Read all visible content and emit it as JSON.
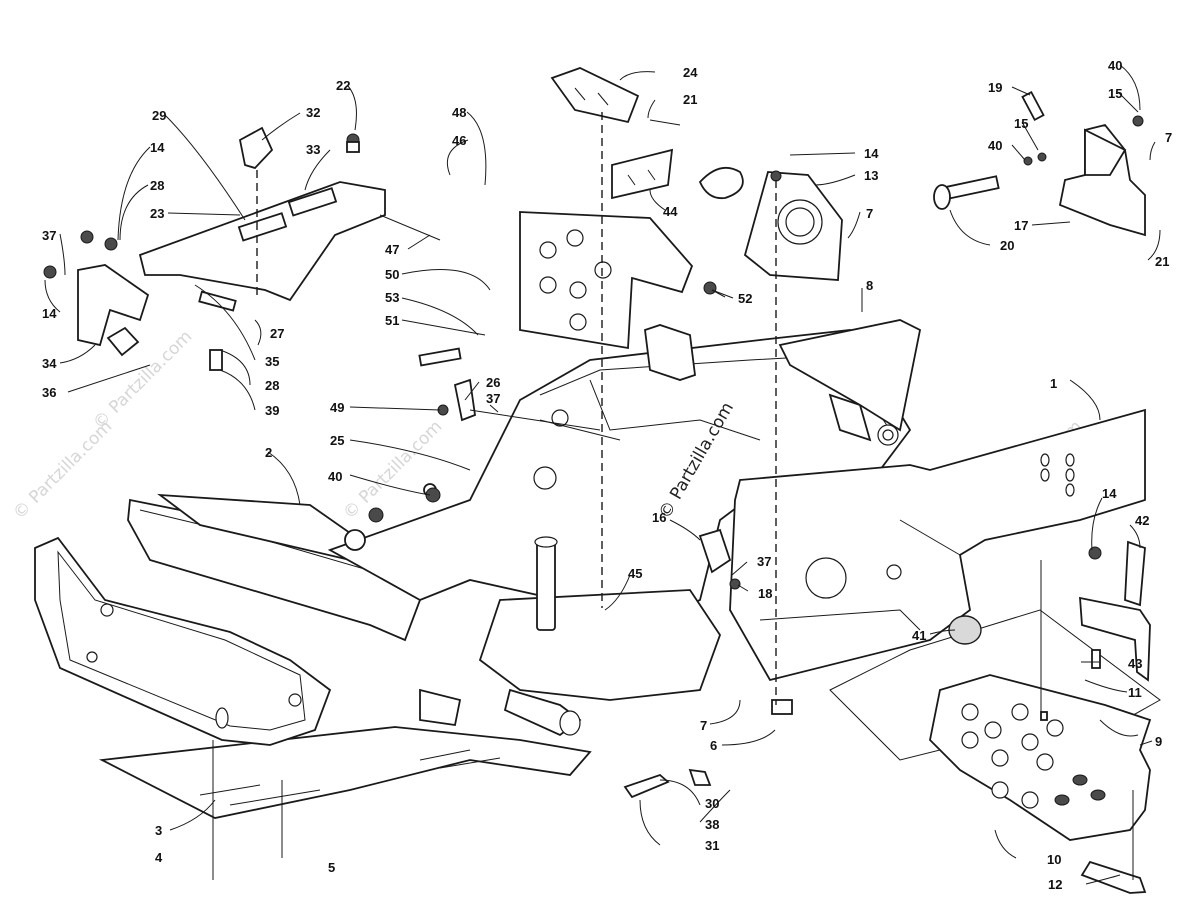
{
  "watermark": {
    "center_text": "© Partzilla.com",
    "faint_text": "© Partzilla.com"
  },
  "callouts": {
    "c1": "1",
    "c2": "2",
    "c3": "3",
    "c4": "4",
    "c5": "5",
    "c6": "6",
    "c7a": "7",
    "c7b": "7",
    "c7c": "7",
    "c8": "8",
    "c9": "9",
    "c10": "10",
    "c11": "11",
    "c12": "12",
    "c13": "13",
    "c14a": "14",
    "c14b": "14",
    "c14c": "14",
    "c14d": "14",
    "c15a": "15",
    "c15b": "15",
    "c16": "16",
    "c17": "17",
    "c18": "18",
    "c19": "19",
    "c20": "20",
    "c21a": "21",
    "c21b": "21",
    "c22": "22",
    "c23": "23",
    "c24": "24",
    "c25": "25",
    "c26": "26",
    "c27": "27",
    "c28a": "28",
    "c28b": "28",
    "c29": "29",
    "c30": "30",
    "c31": "31",
    "c32": "32",
    "c33": "33",
    "c34": "34",
    "c35": "35",
    "c36": "36",
    "c37a": "37",
    "c37b": "37",
    "c37c": "37",
    "c38": "38",
    "c39": "39",
    "c40a": "40",
    "c40b": "40",
    "c40c": "40",
    "c41": "41",
    "c42": "42",
    "c43": "43",
    "c44": "44",
    "c45": "45",
    "c46": "46",
    "c47": "47",
    "c48": "48",
    "c49": "49",
    "c50": "50",
    "c51": "51",
    "c52": "52",
    "c53": "53"
  }
}
